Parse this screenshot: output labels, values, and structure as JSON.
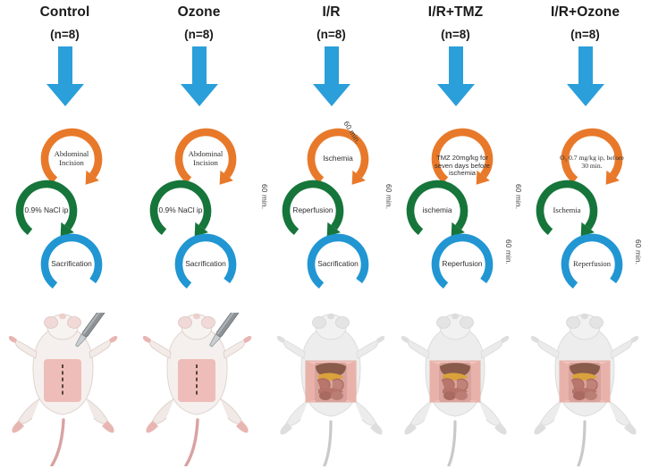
{
  "figure": {
    "colors": {
      "orange": "#e8792a",
      "green": "#16753a",
      "blue": "#2196d3",
      "arrow_blue": "#2b9fd9",
      "text": "#1a1a1a"
    }
  },
  "columns": [
    {
      "id": "control",
      "title": "Control",
      "n_label": "(n=8)",
      "arrow_icon": "down-arrow-icon",
      "steps": [
        {
          "color": "orange",
          "label": "Abdominal\nIncision",
          "font": "serif"
        },
        {
          "color": "green",
          "label": "0.9%  NaCl ip",
          "font": "sans"
        },
        {
          "color": "blue",
          "label": "Sacrification",
          "font": "sans"
        }
      ],
      "timings": [],
      "rat": {
        "variant": "incision",
        "name": "rat-with-scalpel"
      }
    },
    {
      "id": "ozone",
      "title": "Ozone",
      "n_label": "(n=8)",
      "arrow_icon": "down-arrow-icon",
      "steps": [
        {
          "color": "orange",
          "label": "Abdominal\nIncision",
          "font": "serif"
        },
        {
          "color": "green",
          "label": "0.9%  NaCl ip",
          "font": "sans"
        },
        {
          "color": "blue",
          "label": "Sacrification",
          "font": "sans"
        }
      ],
      "timings": [],
      "rat": {
        "variant": "incision",
        "name": "rat-with-scalpel"
      }
    },
    {
      "id": "ir",
      "title": "I/R",
      "n_label": "(n=8)",
      "arrow_icon": "down-arrow-icon",
      "steps": [
        {
          "color": "orange",
          "label": "Ischemia",
          "font": "sans"
        },
        {
          "color": "green",
          "label": "Reperfusion",
          "font": "sans"
        },
        {
          "color": "blue",
          "label": "Sacrification",
          "font": "sans"
        }
      ],
      "timings": [
        {
          "text": "60 min.",
          "pos": "top-right-diagonal"
        },
        {
          "text": "60 min.",
          "pos": "left-vertical"
        }
      ],
      "rat": {
        "variant": "open",
        "name": "rat-open-abdomen"
      }
    },
    {
      "id": "ir-tmz",
      "title": "I/R+TMZ",
      "n_label": "(n=8)",
      "arrow_icon": "down-arrow-icon",
      "steps": [
        {
          "color": "orange",
          "label": "TMZ 20mg/kg for seven days before ischemia",
          "font": "sans"
        },
        {
          "color": "green",
          "label": "ischemia",
          "font": "sans"
        },
        {
          "color": "blue",
          "label": "Reperfusion",
          "font": "sans"
        }
      ],
      "timings": [
        {
          "text": "60 min.",
          "pos": "left-vertical"
        },
        {
          "text": "60 min.",
          "pos": "right-vertical"
        }
      ],
      "rat": {
        "variant": "open",
        "name": "rat-open-abdomen"
      }
    },
    {
      "id": "ir-ozone",
      "title": "I/R+Ozone",
      "n_label": "(n=8)",
      "arrow_icon": "down-arrow-icon",
      "steps": [
        {
          "color": "orange",
          "label": "O₃ 0.7 mg/kg ip, before 30 min.",
          "font": "serif"
        },
        {
          "color": "green",
          "label": "Ischemia",
          "font": "serif"
        },
        {
          "color": "blue",
          "label": "Reperfusion",
          "font": "serif"
        }
      ],
      "timings": [
        {
          "text": "60 min.",
          "pos": "left-vertical"
        },
        {
          "text": "60 min.",
          "pos": "right-vertical"
        }
      ],
      "rat": {
        "variant": "open",
        "name": "rat-open-abdomen"
      }
    }
  ]
}
